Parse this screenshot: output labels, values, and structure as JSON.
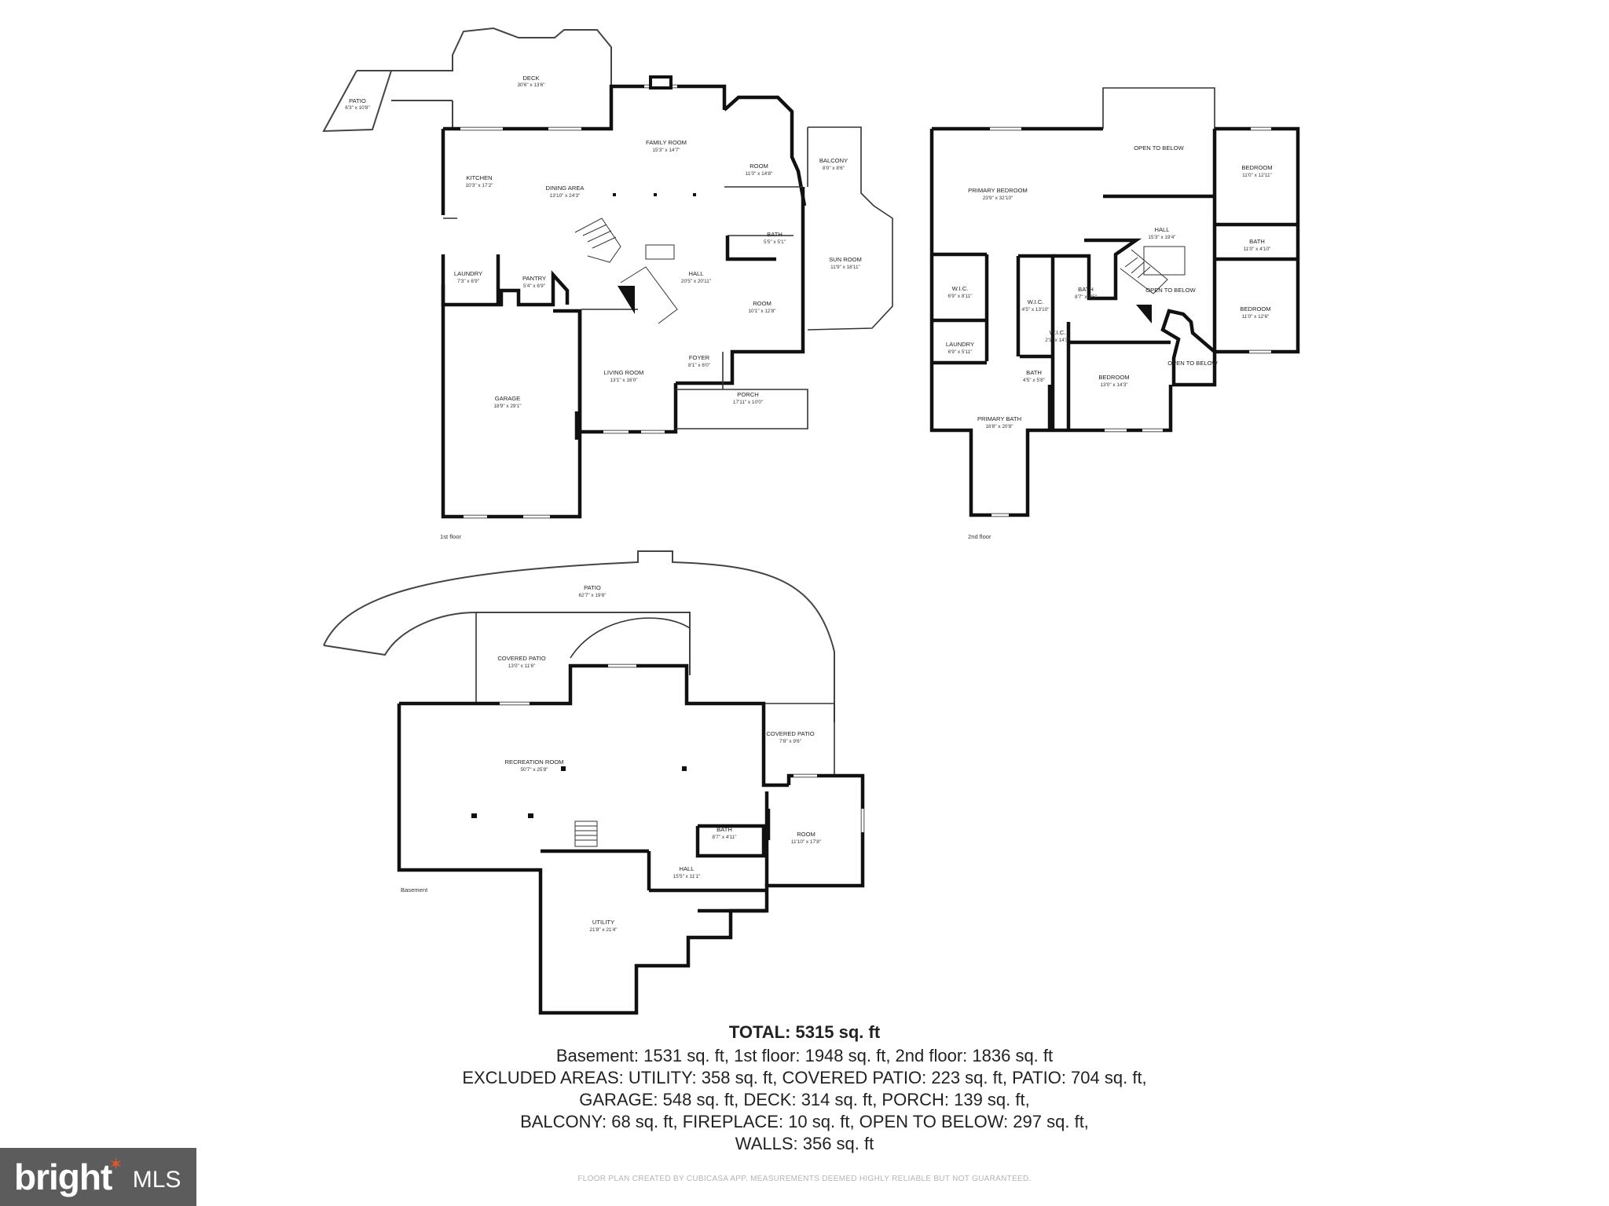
{
  "floor1": {
    "name": "1st floor",
    "rooms": [
      {
        "label": "PATIO",
        "dim": "6'3\" x 10'8\""
      },
      {
        "label": "DECK",
        "dim": "30'6\" x 13'6\""
      },
      {
        "label": "FAMILY ROOM",
        "dim": "15'3\" x 14'7\""
      },
      {
        "label": "KITCHEN",
        "dim": "10'3\" x 17'2\""
      },
      {
        "label": "DINING AREA",
        "dim": "13'10\" x 24'3\""
      },
      {
        "label": "ROOM",
        "dim": "11'0\" x 14'8\""
      },
      {
        "label": "BALCONY",
        "dim": "8'0\" x 8'6\""
      },
      {
        "label": "BATH",
        "dim": "5'5\" x 5'1\""
      },
      {
        "label": "SUN ROOM",
        "dim": "11'9\" x 18'11\""
      },
      {
        "label": "LAUNDRY",
        "dim": "7'3\" x 6'9\""
      },
      {
        "label": "PANTRY",
        "dim": "5'4\" x 6'9\""
      },
      {
        "label": "HALL",
        "dim": "20'5\" x 20'11\""
      },
      {
        "label": "ROOM",
        "dim": "10'1\" x 12'8\""
      },
      {
        "label": "GARAGE",
        "dim": "18'9\" x 29'1\""
      },
      {
        "label": "FOYER",
        "dim": "8'1\" x 6'0\""
      },
      {
        "label": "LIVING ROOM",
        "dim": "13'1\" x 16'0\""
      },
      {
        "label": "PORCH",
        "dim": "17'11\" x 10'0\""
      }
    ]
  },
  "floor2": {
    "name": "2nd floor",
    "rooms": [
      {
        "label": "OPEN TO BELOW",
        "dim": ""
      },
      {
        "label": "PRIMARY BEDROOM",
        "dim": "23'9\" x 32'10\""
      },
      {
        "label": "BEDROOM",
        "dim": "11'0\" x 12'11\""
      },
      {
        "label": "HALL",
        "dim": "15'3\" x 19'4\""
      },
      {
        "label": "BATH",
        "dim": "11'0\" x 4'10\""
      },
      {
        "label": "W.I.C.",
        "dim": "6'9\" x 8'11\""
      },
      {
        "label": "W.I.C.",
        "dim": "4'5\" x 13'10\""
      },
      {
        "label": "BATH",
        "dim": "8'7\" x 9'5\""
      },
      {
        "label": "OPEN TO BELOW",
        "dim": ""
      },
      {
        "label": "BEDROOM",
        "dim": "11'0\" x 12'6\""
      },
      {
        "label": "LAUNDRY",
        "dim": "6'9\" x 5'11\""
      },
      {
        "label": "W.I.C.",
        "dim": "2'1\" x 14'3\""
      },
      {
        "label": "OPEN TO BELOW",
        "dim": ""
      },
      {
        "label": "BATH",
        "dim": "4'5\" x 5'8\""
      },
      {
        "label": "BEDROOM",
        "dim": "13'0\" x 14'3\""
      },
      {
        "label": "PRIMARY BATH",
        "dim": "16'8\" x 20'8\""
      }
    ]
  },
  "basement": {
    "name": "Basement",
    "rooms": [
      {
        "label": "PATIO",
        "dim": "62'7\" x 19'6\""
      },
      {
        "label": "COVERED PATIO",
        "dim": "13'0\" x 11'6\""
      },
      {
        "label": "COVERED PATIO",
        "dim": "7'8\" x 9'6\""
      },
      {
        "label": "RECREATION ROOM",
        "dim": "50'7\" x 25'8\""
      },
      {
        "label": "BATH",
        "dim": "8'7\" x 4'11\""
      },
      {
        "label": "ROOM",
        "dim": "11'10\" x 17'8\""
      },
      {
        "label": "HALL",
        "dim": "15'5\" x 11'1\""
      },
      {
        "label": "UTILITY",
        "dim": "21'8\" x 21'4\""
      }
    ]
  },
  "summary": {
    "total": "TOTAL: 5315 sq. ft",
    "lines": [
      "Basement: 1531 sq. ft, 1st floor: 1948 sq. ft, 2nd floor: 1836 sq. ft",
      "EXCLUDED AREAS: UTILITY: 358 sq. ft, COVERED PATIO: 223 sq. ft, PATIO: 704 sq. ft,",
      "GARAGE: 548 sq. ft, DECK: 314 sq. ft, PORCH: 139 sq. ft,",
      "BALCONY: 68 sq. ft, FIREPLACE: 10 sq. ft, OPEN TO BELOW: 297 sq. ft,",
      "WALLS: 356 sq. ft"
    ],
    "disclaimer": "FLOOR PLAN CREATED BY CUBICASA APP. MEASUREMENTS DEEMED HIGHLY RELIABLE BUT NOT GUARANTEED."
  },
  "logo": {
    "brand": "bright",
    "suffix": "MLS",
    "background": "#5c5c5c",
    "accent": "#e0552e"
  }
}
